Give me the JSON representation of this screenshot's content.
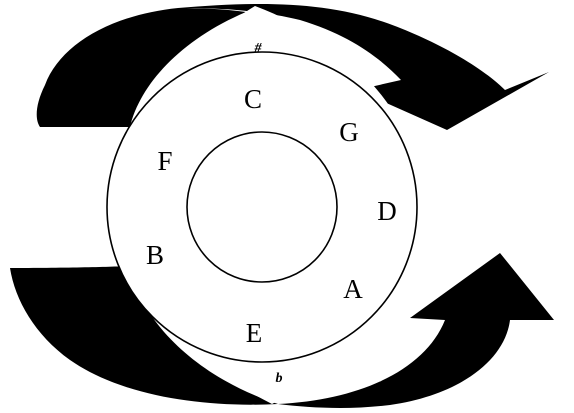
{
  "diagram": {
    "notes": {
      "c": "C",
      "g": "G",
      "d": "D",
      "a": "A",
      "e": "E",
      "b": "B",
      "f": "F"
    },
    "accidentals": {
      "sharp": "#",
      "flat": "b"
    },
    "colors": {
      "ink": "#000000",
      "paper": "#ffffff"
    }
  }
}
